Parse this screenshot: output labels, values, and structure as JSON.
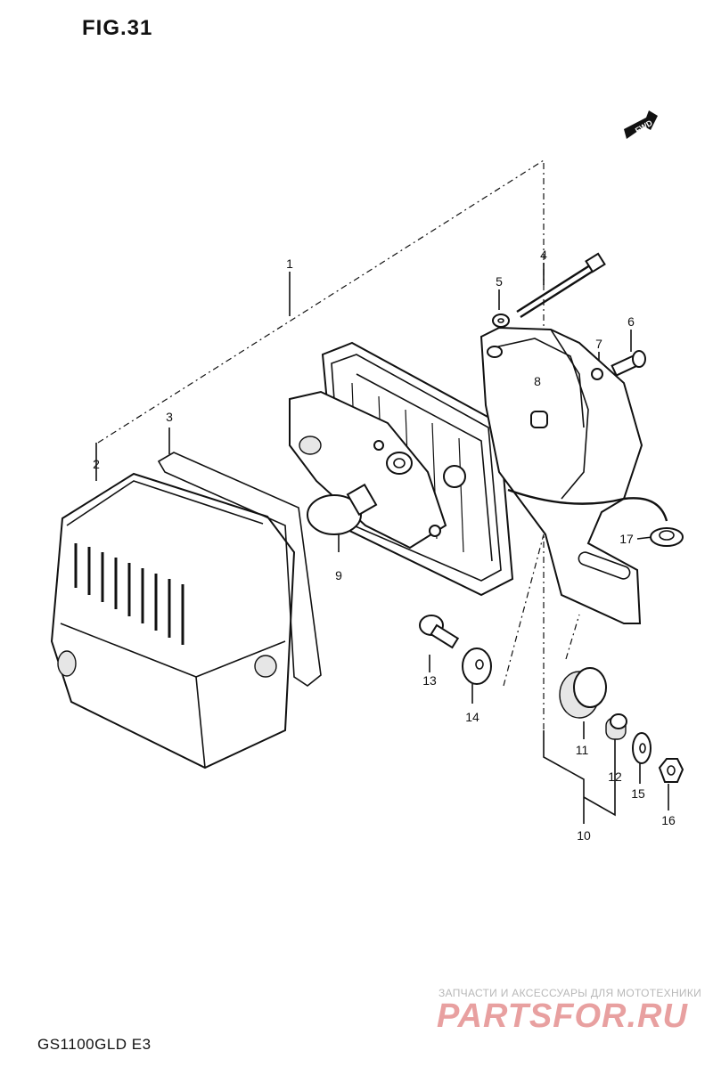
{
  "figure": {
    "title": "FIG.31",
    "model_code": "GS1100GLD E3",
    "direction_marker": "FWD"
  },
  "watermark": {
    "subtitle": "ЗАПЧАСТИ И АКСЕССУАРЫ ДЛЯ МОТОТЕХНИКИ",
    "logo": "PARTSFOR.RU"
  },
  "callouts": [
    {
      "id": "callout-1",
      "text": "1"
    },
    {
      "id": "callout-2",
      "text": "2"
    },
    {
      "id": "callout-3",
      "text": "3"
    },
    {
      "id": "callout-4",
      "text": "4"
    },
    {
      "id": "callout-5",
      "text": "5"
    },
    {
      "id": "callout-6",
      "text": "6"
    },
    {
      "id": "callout-7",
      "text": "7"
    },
    {
      "id": "callout-8",
      "text": "8"
    },
    {
      "id": "callout-9",
      "text": "9"
    },
    {
      "id": "callout-10",
      "text": "10"
    },
    {
      "id": "callout-11",
      "text": "11"
    },
    {
      "id": "callout-12",
      "text": "12"
    },
    {
      "id": "callout-13",
      "text": "13"
    },
    {
      "id": "callout-14",
      "text": "14"
    },
    {
      "id": "callout-15",
      "text": "15"
    },
    {
      "id": "callout-16",
      "text": "16"
    },
    {
      "id": "callout-17",
      "text": "17"
    }
  ],
  "colors": {
    "ink": "#111111",
    "watermark_red": "#e8a0a0",
    "watermark_gray": "#b8b8b8"
  }
}
